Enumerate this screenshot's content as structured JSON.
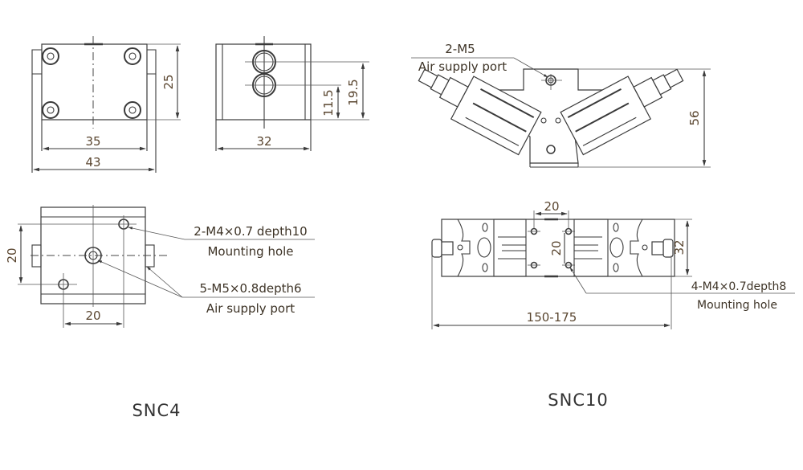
{
  "colors": {
    "line": "#3a3a3a",
    "dimension_text": "#5a4630",
    "label_text": "#3d3326",
    "background": "#ffffff"
  },
  "snc4": {
    "title": "SNC4",
    "front_view": {
      "width_inner": "35",
      "width_outer": "43",
      "height": "25"
    },
    "side_view": {
      "width": "32",
      "port_lower_height": "11.5",
      "port_upper_height": "19.5"
    },
    "bottom_view": {
      "hole_spacing_vertical": "20",
      "hole_spacing_horizontal": "20",
      "mounting_hole_spec": "2-M4×0.7 depth10",
      "mounting_hole_label": "Mounting hole",
      "air_port_spec": "5-M5×0.8depth6",
      "air_port_label": "Air supply port"
    }
  },
  "snc10": {
    "title": "SNC10",
    "top_view": {
      "air_port_spec": "2-M5",
      "air_port_label": "Air supply port",
      "height": "56"
    },
    "bottom_view": {
      "hole_spacing_horizontal": "20",
      "hole_spacing_vertical": "20",
      "height": "32",
      "overall_length": "150-175",
      "mounting_hole_spec": "4-M4×0.7depth8",
      "mounting_hole_label": "Mounting hole"
    }
  }
}
